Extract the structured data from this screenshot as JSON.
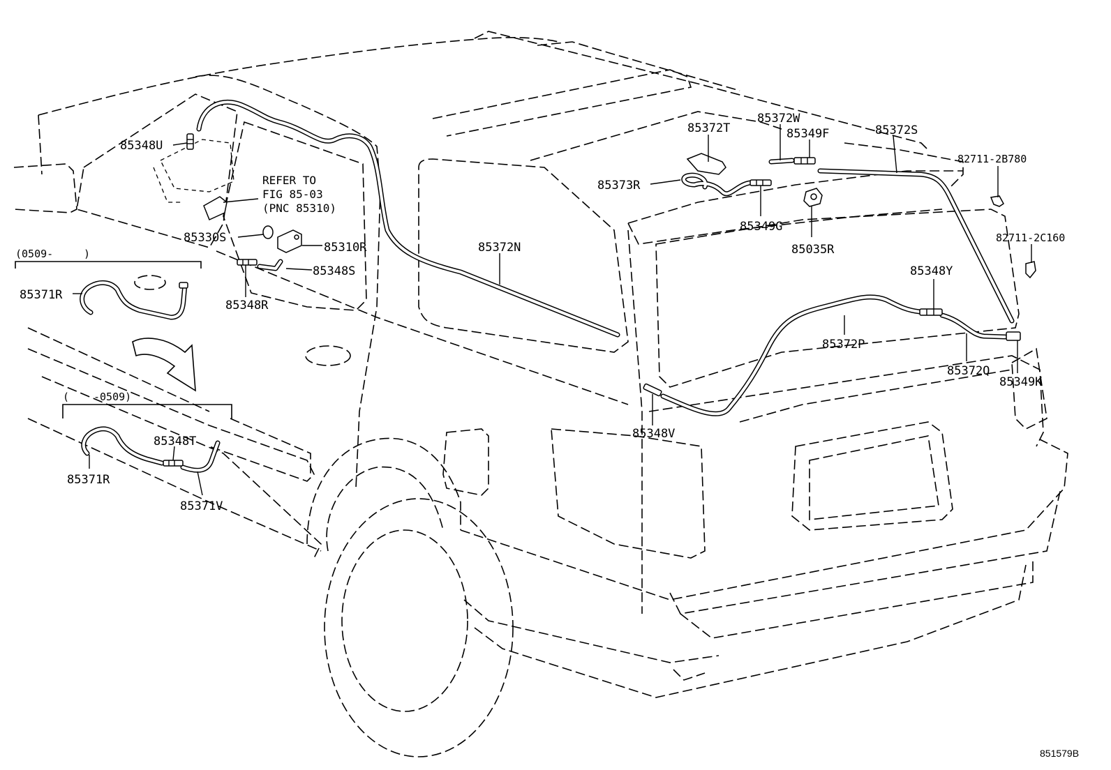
{
  "diagram": {
    "labels": {
      "p85348U": "85348U",
      "refer_line1": "REFER TO",
      "refer_line2": "FIG 85-03",
      "refer_line3": "(PNC 85310)",
      "p85330S": "85330S",
      "p85310R": "85310R",
      "p85348S": "85348S",
      "p85348R": "85348R",
      "p85371R_a": "85371R",
      "p85372N": "85372N",
      "p85372T": "85372T",
      "p85372W": "85372W",
      "p85349F": "85349F",
      "p85372S": "85372S",
      "p85373R": "85373R",
      "p85349G": "85349G",
      "p85035R": "85035R",
      "p82711_2B780": "82711-2B780",
      "p82711_2C160": "82711-2C160",
      "p85348Y": "85348Y",
      "p85372P": "85372P",
      "p85372Q": "85372Q",
      "p85349K": "85349K",
      "p85348V": "85348V",
      "p85348T": "85348T",
      "p85371R_b": "85371R",
      "p85371V": "85371V"
    },
    "date_range_from": "(0509-",
    "date_range_from_close": ")",
    "date_range_to_open": "(",
    "date_range_to": "-0509)",
    "figure_id": "851579B"
  }
}
